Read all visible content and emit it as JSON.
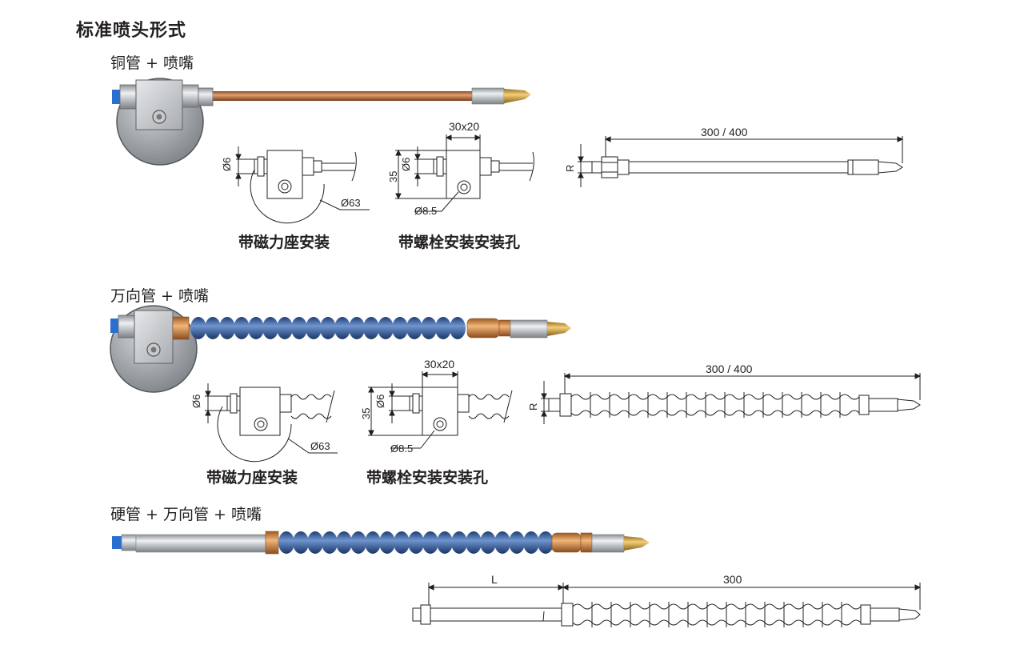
{
  "title": "标准喷头形式",
  "sections": [
    {
      "label": "铜管 + 喷嘴",
      "captions": [
        "带磁力座安装",
        "带螺栓安装安装孔"
      ],
      "dims": {
        "d6a": "Ø6",
        "d63": "Ø63",
        "w30": "30x20",
        "h35": "35",
        "d6b": "Ø6",
        "d85": "Ø8.5",
        "len": "300 / 400",
        "r": "R"
      }
    },
    {
      "label": "万向管 + 喷嘴",
      "captions": [
        "带磁力座安装",
        "带螺栓安装安装孔"
      ],
      "dims": {
        "d6a": "Ø6",
        "d63": "Ø63",
        "w30": "30x20",
        "h35": "35",
        "d6b": "Ø6",
        "d85": "Ø8.5",
        "len": "300 / 400",
        "r": "R"
      }
    },
    {
      "label": "硬管 + 万向管 + 喷嘴",
      "dims": {
        "l": "L",
        "len": "300"
      }
    }
  ],
  "colors": {
    "copper": "#c07a4a",
    "hose_blue": "#3c68a6",
    "fitting_orange": "#d99a5c",
    "steel": "#b8bcc0",
    "brass": "#d8a850",
    "line": "#231f20"
  }
}
